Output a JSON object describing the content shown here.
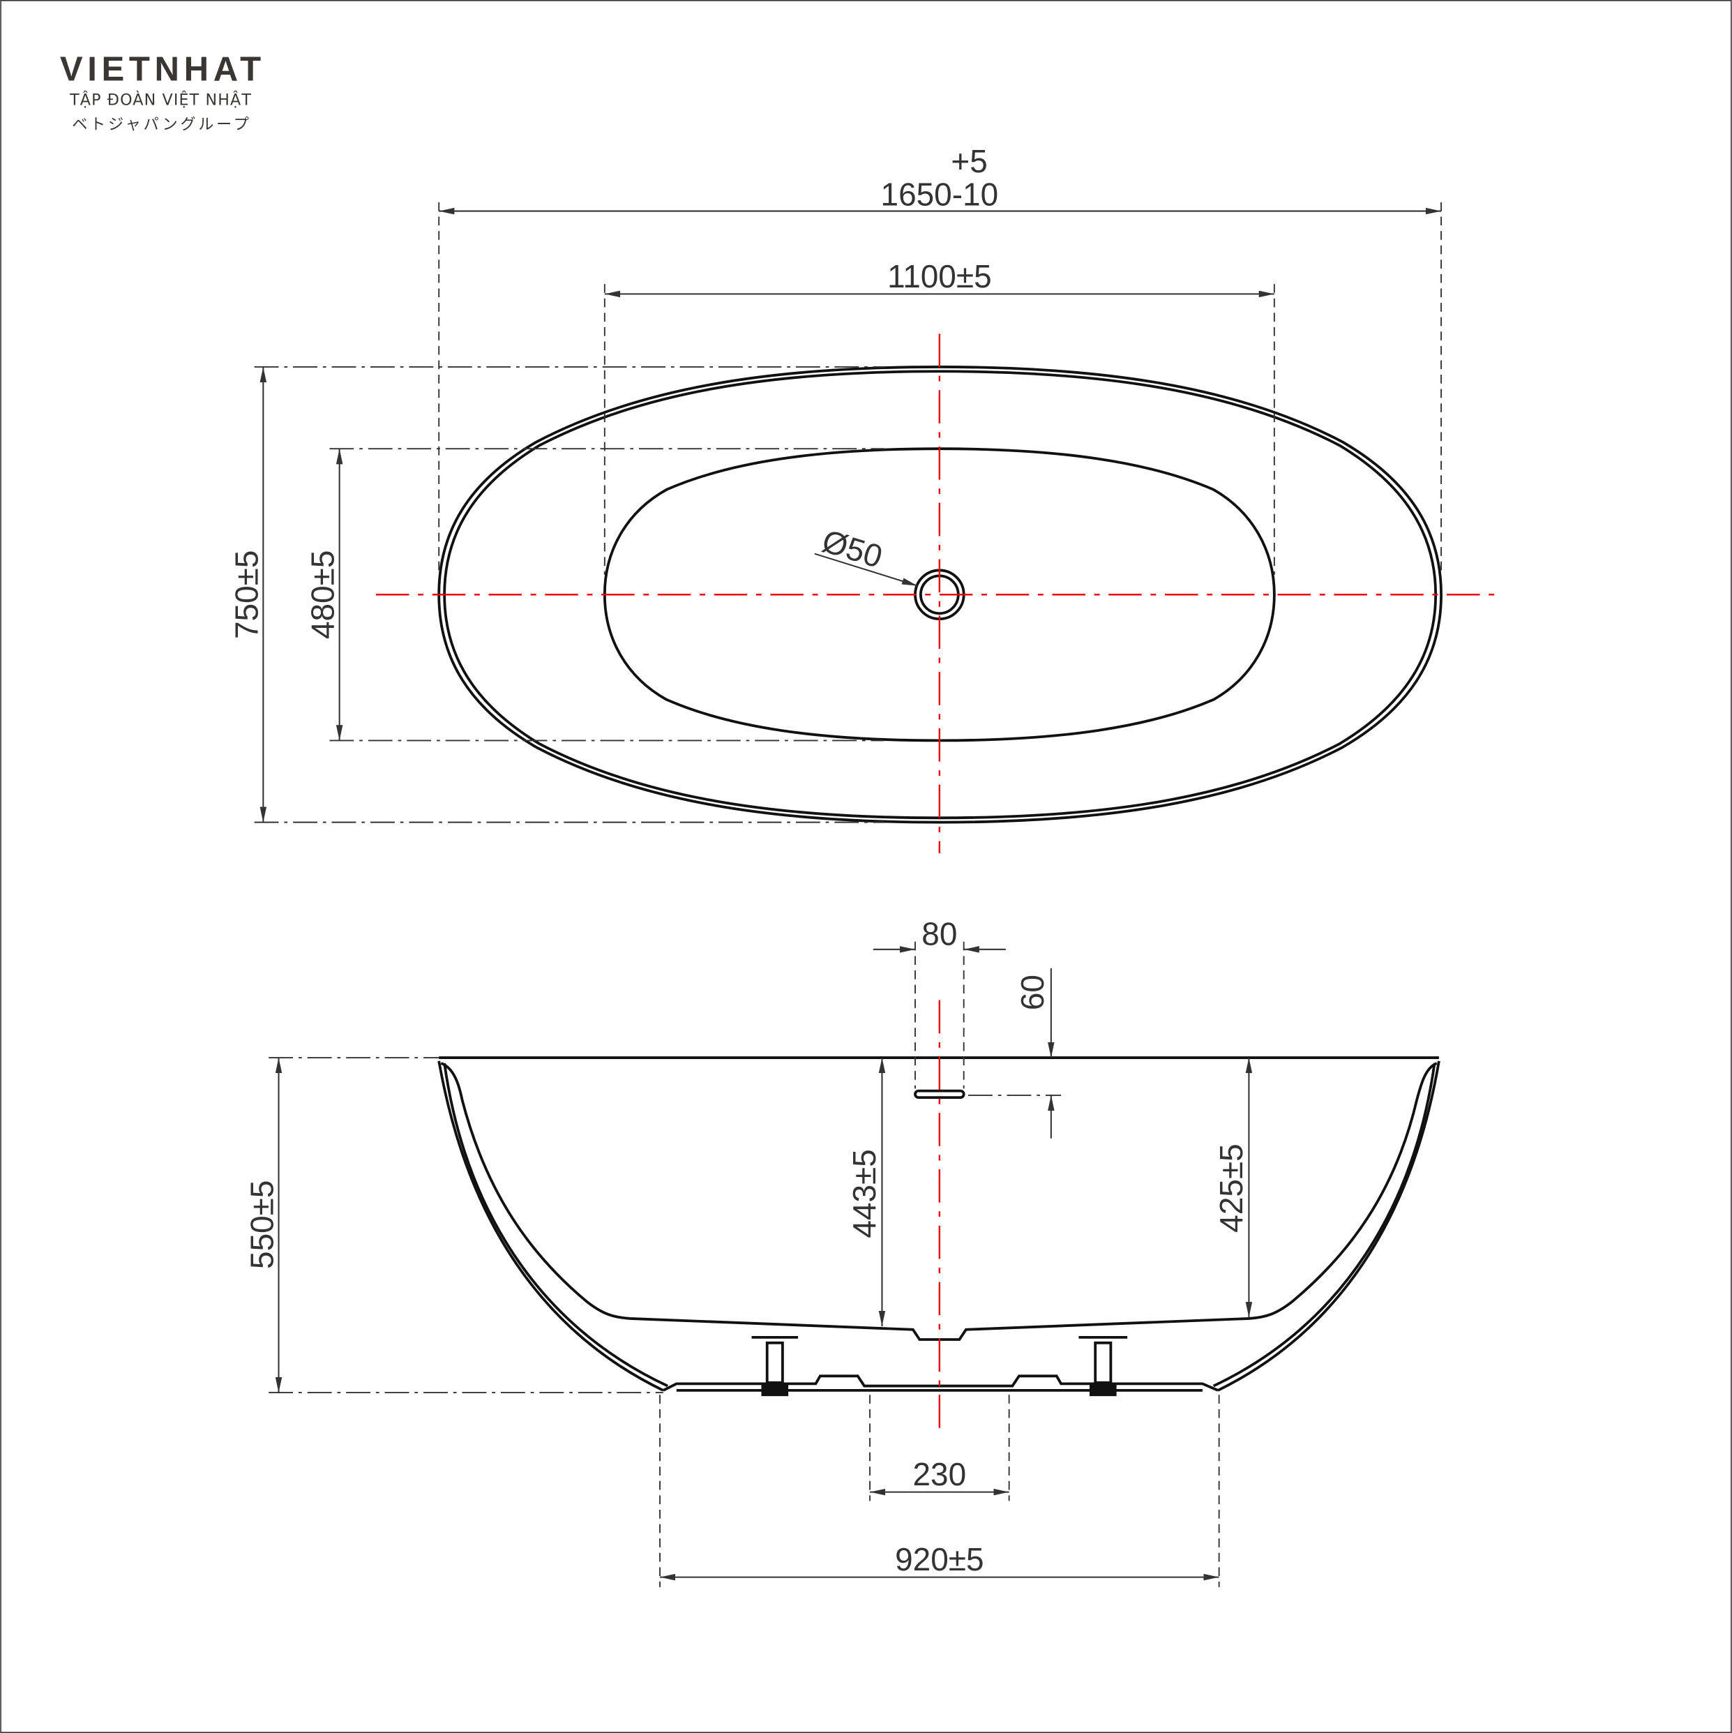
{
  "logo": {
    "brand": "VIETNHAT",
    "subtitle_vi": "TẬP ĐOÀN VIỆT NHẬT",
    "subtitle_jp": "ベトジャパングループ"
  },
  "top_view": {
    "overall_length": "1650-10",
    "overall_length_tol_plus": "+5",
    "inner_length": "1100±5",
    "overall_width": "750±5",
    "inner_width": "480±5",
    "drain_diameter": "Ø50"
  },
  "side_view": {
    "overflow_width": "80",
    "overflow_depth": "60",
    "height": "550±5",
    "depth_center": "443±5",
    "depth_end": "425±5",
    "base_gap": "230",
    "base_length": "920±5"
  },
  "colors": {
    "centerline": "#e00000",
    "line": "#111111"
  }
}
